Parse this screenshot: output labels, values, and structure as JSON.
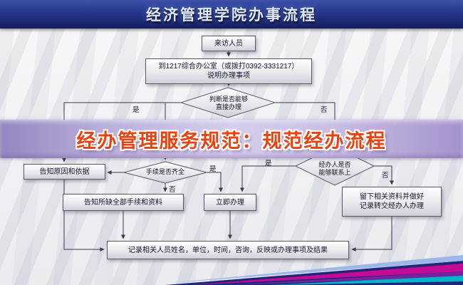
{
  "title": "经济管理学院办事流程",
  "banner": {
    "text": "经办管理服务规范：规范经办流程"
  },
  "flow": {
    "start": "来访人员",
    "office": {
      "line1": "到1217综合办公室（或拨打0392-3331217）",
      "line2": "说明办理事项"
    },
    "decision_direct": {
      "line1": "判断是否能够",
      "line2": "直接办理"
    },
    "decision_complete": "手续是否齐全",
    "decision_contact": {
      "line1": "经办人是否",
      "line2": "能够联系上"
    },
    "inform_reason": "告知原因和依据",
    "inform_missing": "告知所缺全部手续和资料",
    "handle_now": "立即办理",
    "leave_materials": {
      "line1": "留下相关资料并做好",
      "line2": "记录转交经办人办理"
    },
    "record": "记录相关人员姓名，单位，时间，咨询，反映或办理事项及结果",
    "labels": {
      "yes": "是",
      "no": "否"
    }
  },
  "colors": {
    "title_bg": "#1b2666",
    "banner_bg": "#c9bde4",
    "banner_text": "#e8420e",
    "ribbon": [
      "#9db8e8",
      "#00b5c8",
      "#c40a96",
      "#7a1fa0",
      "#1b2a78"
    ]
  }
}
